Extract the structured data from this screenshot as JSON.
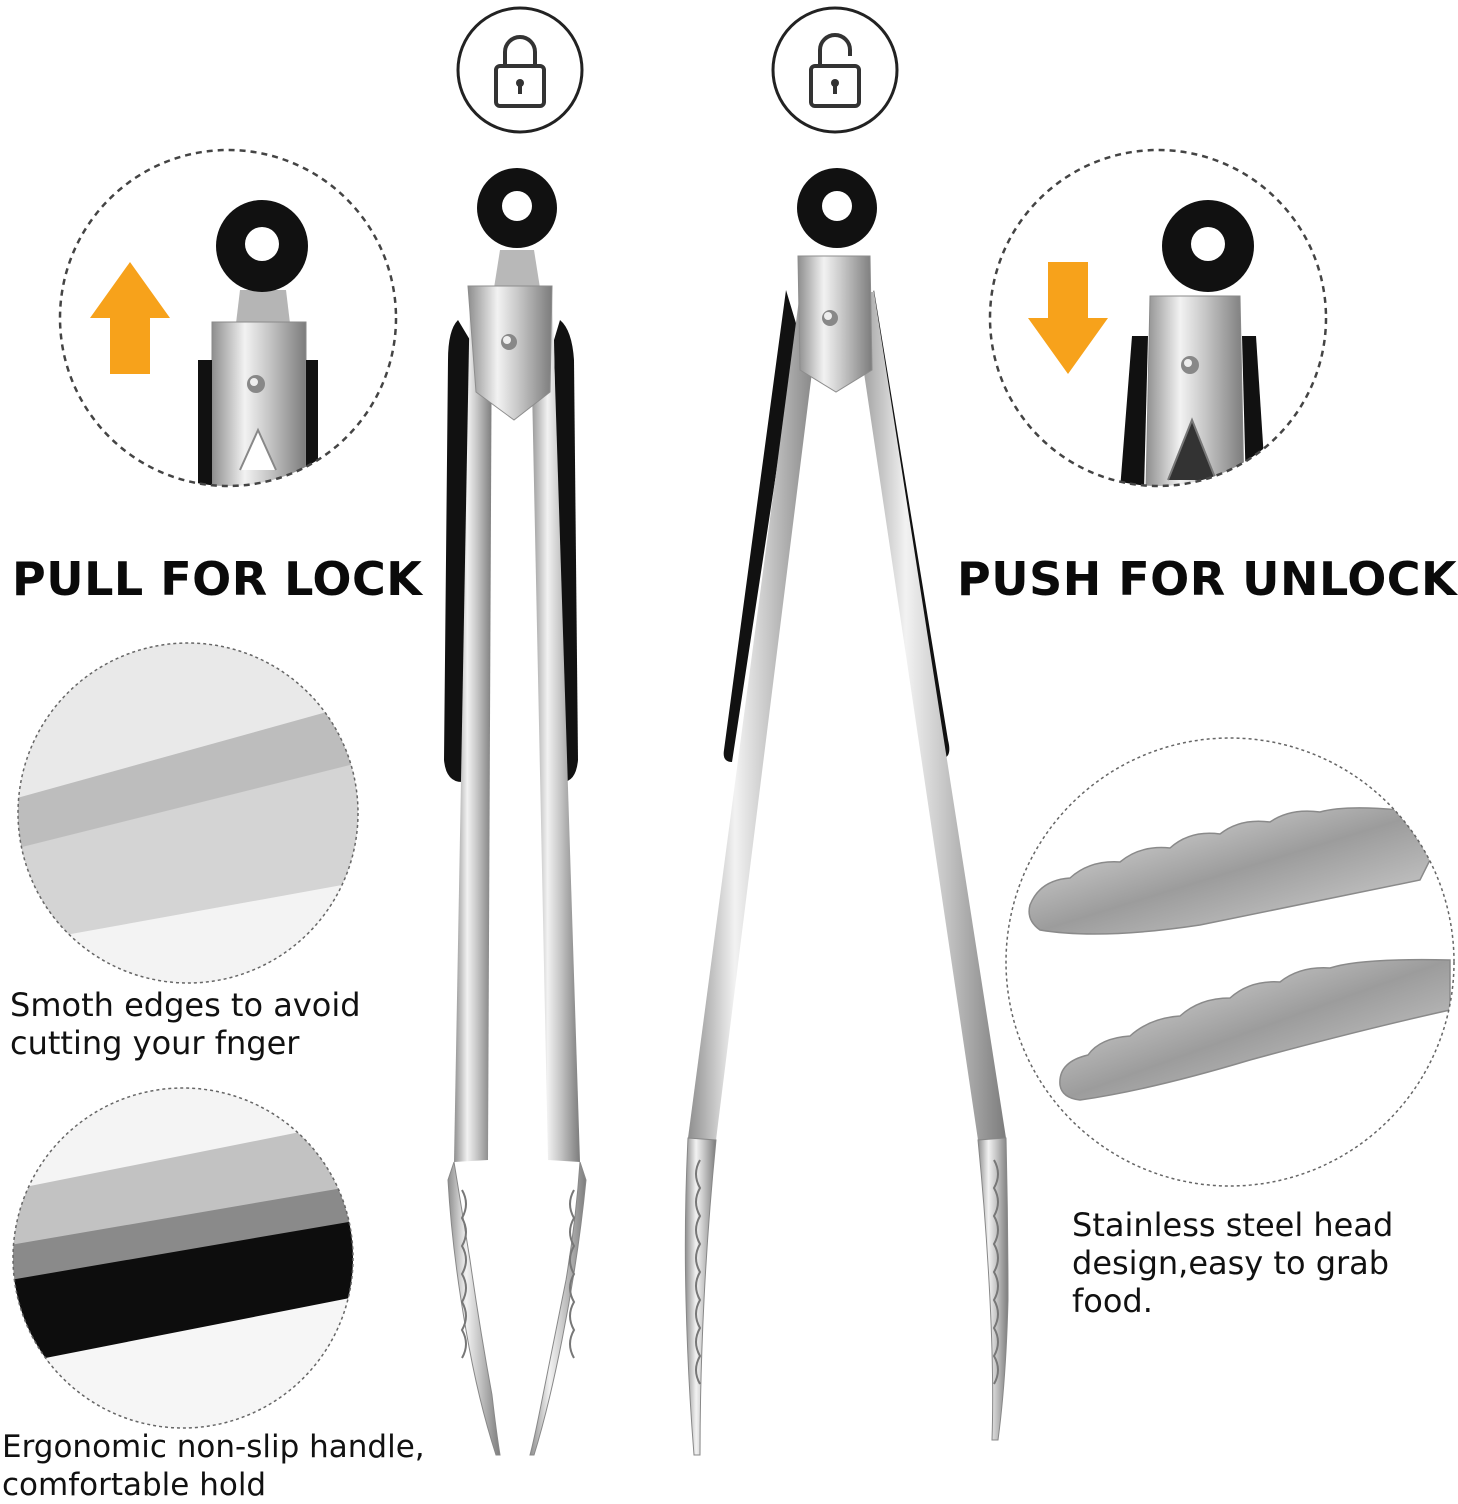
{
  "headings": {
    "lock": "PULL FOR LOCK",
    "unlock": "PUSH FOR UNLOCK"
  },
  "captions": {
    "edges": "Smoth edges to avoid\ncutting your fnger",
    "handle": "Ergonomic non-slip handle,\ncomfortable hold",
    "head": "Stainless steel head\ndesign,easy to grab\nfood."
  },
  "icons": {
    "lock": "padlock-closed-icon",
    "unlock": "padlock-open-icon",
    "up_arrow": "arrow-up-icon",
    "down_arrow": "arrow-down-icon"
  },
  "colors": {
    "arrow": "#f7a21b",
    "steel": "#c9c9c9",
    "silicone": "#111111",
    "text": "#111111"
  }
}
